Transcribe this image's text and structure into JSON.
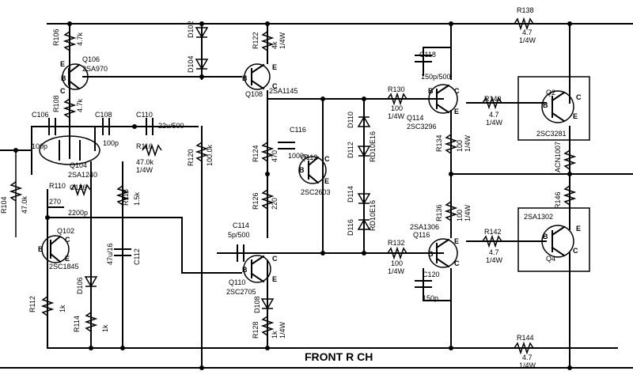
{
  "title": "FRONT R CH",
  "resistors": {
    "R104": [
      "R104",
      "47.0k"
    ],
    "R106": [
      "R106",
      "4.7k"
    ],
    "R108": [
      "R108",
      "4.7k"
    ],
    "R110": [
      "R110",
      "270"
    ],
    "R112": [
      "R112",
      "1k"
    ],
    "R114": [
      "R114",
      "1k"
    ],
    "R116": [
      "R116",
      "47.0k",
      "1/4W"
    ],
    "R118": [
      "R118",
      "1.5k"
    ],
    "R120": [
      "R120",
      "100.0k"
    ],
    "R122": [
      "R122",
      "4k",
      "1/4W"
    ],
    "R124": [
      "R124",
      "470"
    ],
    "R126": [
      "R126",
      "220"
    ],
    "R128": [
      "R128",
      "1k",
      "1/4W"
    ],
    "R130": [
      "R130",
      "100",
      "1/4W"
    ],
    "R132": [
      "R132",
      "100",
      "1/4W"
    ],
    "R134": [
      "R134",
      "100",
      "1/4W"
    ],
    "R136": [
      "R136",
      "100",
      "1/4W"
    ],
    "R138": [
      "R138",
      "4.7",
      "1/4W"
    ],
    "R140": [
      "R140",
      "4.7",
      "1/4W"
    ],
    "R142": [
      "R142",
      "4.7",
      "1/4W"
    ],
    "R144": [
      "R144",
      "4.7",
      "1/4W"
    ],
    "R146": [
      "R146",
      "ACN1007"
    ]
  },
  "capacitors": {
    "C106": [
      "C106",
      "100p"
    ],
    "C108": [
      "C108",
      "100p"
    ],
    "C110": [
      "C110",
      "22u/500"
    ],
    "C112": [
      "C112",
      "47u/16"
    ],
    "C114": [
      "C114",
      "5p/500"
    ],
    "C116": [
      "C116",
      "1000p"
    ],
    "C118": [
      "C118",
      "150p/500"
    ],
    "C120": [
      "C120",
      "150p"
    ],
    "C126": [
      "C126",
      "2200p"
    ]
  },
  "transistors": {
    "Q102": [
      "Q102",
      "2SC1845"
    ],
    "Q104": [
      "Q104",
      "2SA1240"
    ],
    "Q106": [
      "Q106",
      "2SA970"
    ],
    "Q108": [
      "Q108",
      "2SA1145"
    ],
    "Q110": [
      "Q110",
      "2SC2705"
    ],
    "Q112": [
      "Q112",
      "2SC2603"
    ],
    "Q114": [
      "Q114",
      "2SC3296"
    ],
    "Q116": [
      "Q116",
      "2SA1306"
    ],
    "Q2": [
      "Q2",
      "2SC3281"
    ],
    "Q4": [
      "Q4",
      "2SA1302"
    ]
  },
  "diodes": {
    "D102": "D102",
    "D104": "D104",
    "D106": "D106",
    "D108": "D108",
    "D110": "D110",
    "D112": "D112",
    "D114": "D114",
    "D116": "D116",
    "D112v": "RD10E16",
    "D116v": "RD10E16"
  },
  "pin_letters": {
    "b": "B",
    "c": "C",
    "e": "E"
  }
}
